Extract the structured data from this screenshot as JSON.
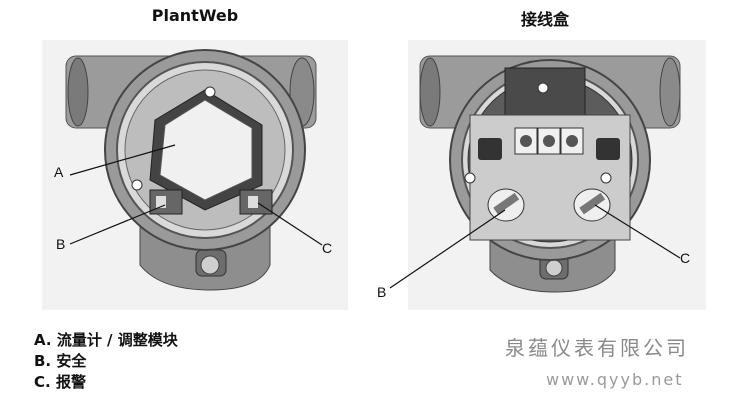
{
  "titles": {
    "left": "PlantWeb",
    "right": "接线盒"
  },
  "callouts": {
    "left": {
      "a": "A",
      "b": "B",
      "c": "C"
    },
    "right": {
      "b": "B",
      "c": "C"
    }
  },
  "legend": [
    {
      "key": "A.",
      "text": "流量计 / 调整模块"
    },
    {
      "key": "B.",
      "text": "安全"
    },
    {
      "key": "C.",
      "text": "报警"
    }
  ],
  "watermark": {
    "company": "泉蕴仪表有限公司",
    "url": "www.qyyb.net"
  }
}
